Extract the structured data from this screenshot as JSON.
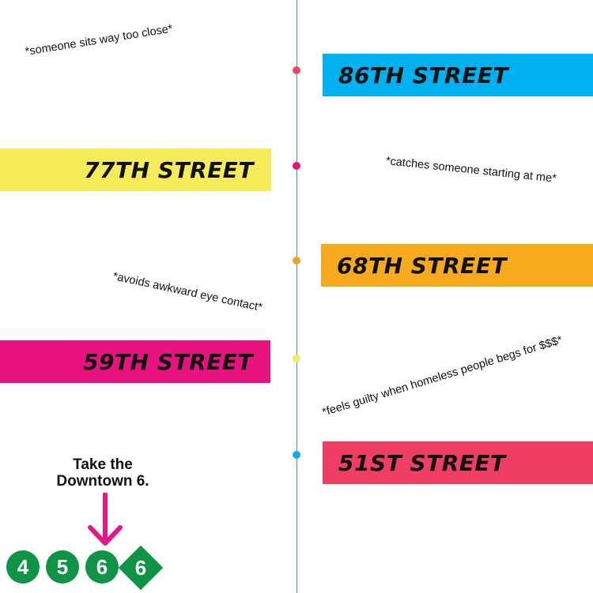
{
  "colors": {
    "line": "#3aa86b",
    "train_green": "#0f9446",
    "arrow": "#e6158a",
    "blue": "#00b0ef",
    "yellow": "#f6ec5a",
    "orange": "#f8aa1f",
    "magenta": "#e8137f",
    "red": "#ee3e64"
  },
  "stations": [
    {
      "name": "86TH STREET",
      "color": "#00b0ef",
      "dot_color": "#e8476a"
    },
    {
      "name": "77TH STREET",
      "color": "#f6ec5a",
      "dot_color": "#e8137f"
    },
    {
      "name": "68TH STREET",
      "color": "#f8aa1f",
      "dot_color": "#f8a020"
    },
    {
      "name": "59TH STREET",
      "color": "#e8137f",
      "dot_color": "#f6ec5a"
    },
    {
      "name": "51ST STREET",
      "color": "#ee3e64",
      "dot_color": "#1ba8e8"
    }
  ],
  "notes": [
    "*someone sits way too close*",
    "*catches someone starting at me*",
    "*avoids awkward eye contact*",
    "*feels guilty when homeless people begs for $$$*"
  ],
  "instruction": {
    "line1": "Take the",
    "line2": "Downtown 6."
  },
  "trains": [
    "4",
    "5",
    "6"
  ],
  "express_train": "6"
}
